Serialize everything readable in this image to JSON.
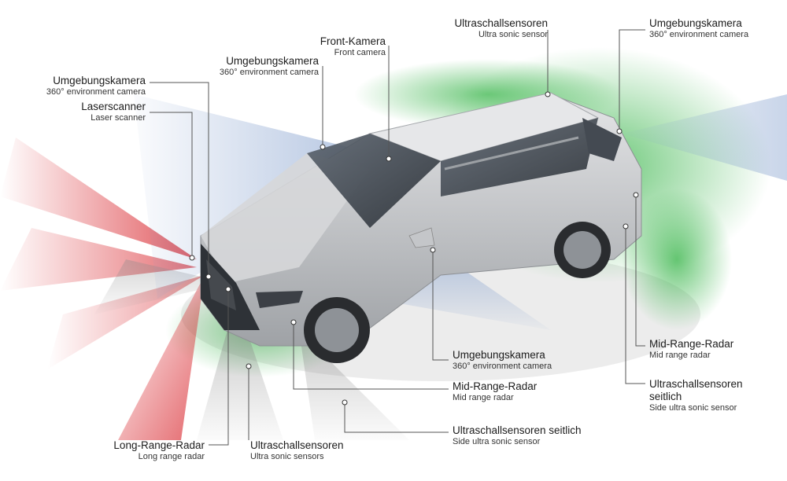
{
  "labels": {
    "ultraschall_top": {
      "de": "Ultraschallsensoren",
      "en": "Ultra sonic sensor"
    },
    "umgebung_right": {
      "de": "Umgebungskamera",
      "en": "360° environment camera"
    },
    "front_kamera": {
      "de": "Front-Kamera",
      "en": "Front camera"
    },
    "umgebung_mirror_top": {
      "de": "Umgebungskamera",
      "en": "360° environment camera"
    },
    "umgebung_front": {
      "de": "Umgebungskamera",
      "en": "360° environment camera"
    },
    "laserscanner": {
      "de": "Laserscanner",
      "en": "Laser scanner"
    },
    "midrange_right": {
      "de": "Mid-Range-Radar",
      "en": "Mid range radar"
    },
    "ultraschall_seitlich_right": {
      "de": "Ultraschallsensoren seitlich",
      "en": "Side ultra sonic sensor"
    },
    "umgebung_mirror_bottom": {
      "de": "Umgebungskamera",
      "en": "360° environment camera"
    },
    "midrange_front": {
      "de": "Mid-Range-Radar",
      "en": "Mid range radar"
    },
    "ultraschall_seitlich_bottom": {
      "de": "Ultraschallsensoren seitlich",
      "en": "Side ultra sonic sensor"
    },
    "longrange": {
      "de": "Long-Range-Radar",
      "en": "Long range radar"
    },
    "ultraschall_front": {
      "de": "Ultraschallsensoren",
      "en": "Ultra sonic sensors"
    }
  },
  "colors": {
    "radar_red": "#d8232a",
    "ultrasonic_green": "#39b54a",
    "camera_blue": "#8ea9d6",
    "sonic_grey": "#9a9a9a",
    "car_body": "#c9cbcd",
    "leader_line": "#555555"
  }
}
